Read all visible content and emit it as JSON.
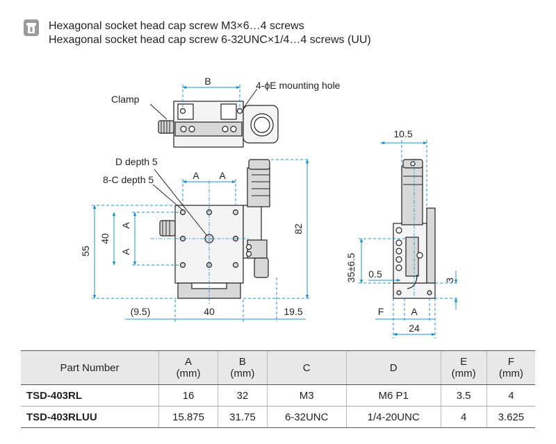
{
  "screws": {
    "line1": "Hexagonal socket head cap screw M3×6…4 screws",
    "line2": "Hexagonal socket head cap screw 6-32UNC×1/4…4 screws (UU)"
  },
  "labels": {
    "clamp": "Clamp",
    "mounting_hole": "4-ϕE mounting hole",
    "d_depth": "D depth 5",
    "c_depth": "8-C depth 5",
    "dim_B": "B",
    "dim_A_top1": "A",
    "dim_A_top2": "A",
    "dim_A_left1": "A",
    "dim_A_left2": "A",
    "dim_40_left": "40",
    "dim_55": "55",
    "dim_82": "82",
    "dim_9_5": "(9.5)",
    "dim_40_bottom": "40",
    "dim_19_5": "19.5",
    "dim_10_5": "10.5",
    "dim_35": "35±6.5",
    "dim_0_5": "0.5",
    "dim_3": "3",
    "dim_F": "F",
    "dim_A_side": "A",
    "dim_24": "24"
  },
  "table": {
    "headers": [
      {
        "l1": "Part Number",
        "l2": ""
      },
      {
        "l1": "A",
        "l2": "(mm)"
      },
      {
        "l1": "B",
        "l2": "(mm)"
      },
      {
        "l1": "C",
        "l2": ""
      },
      {
        "l1": "D",
        "l2": ""
      },
      {
        "l1": "E",
        "l2": "(mm)"
      },
      {
        "l1": "F",
        "l2": "(mm)"
      }
    ],
    "rows": [
      [
        "TSD-403RL",
        "16",
        "32",
        "M3",
        "M6 P1",
        "3.5",
        "4"
      ],
      [
        "TSD-403RLUU",
        "15.875",
        "31.75",
        "6-32UNC",
        "1/4-20UNC",
        "4",
        "3.625"
      ]
    ]
  }
}
